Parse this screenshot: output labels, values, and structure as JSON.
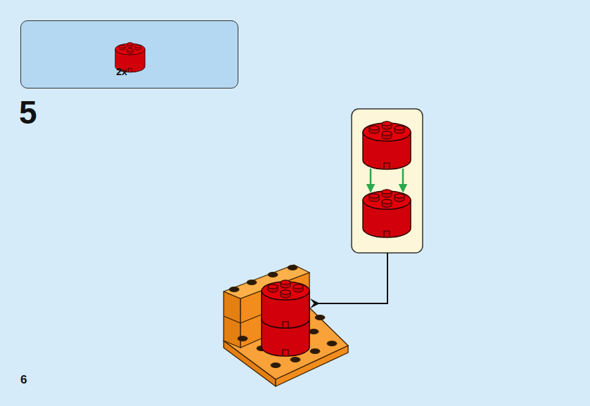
{
  "diagram": {
    "nodes": [
      {
        "text": [
          "2x"
        ]
      }
    ],
    "labels": [
      "5",
      "6"
    ]
  }
}
